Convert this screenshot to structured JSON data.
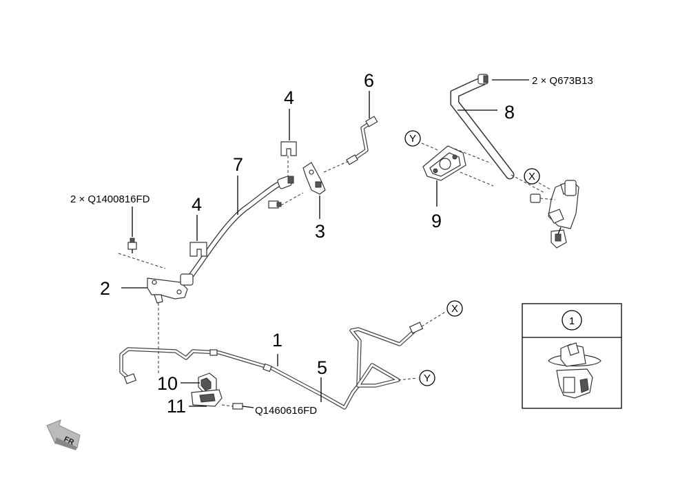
{
  "callouts": {
    "c1": "1",
    "c2": "2",
    "c3": "3",
    "c4a": "4",
    "c4b": "4",
    "c5": "5",
    "c6": "6",
    "c7": "7",
    "c8": "8",
    "c9": "9",
    "c10": "10",
    "c11": "11"
  },
  "part_numbers": {
    "top_right": "2 × Q673B13",
    "left": "2 × Q1400816FD",
    "bottom": "Q1460616FD"
  },
  "connection_markers": {
    "x_top": "X",
    "x_bottom": "X",
    "y_top": "Y",
    "y_bottom": "Y"
  },
  "inset": {
    "label": "1"
  },
  "direction": {
    "label": "FR"
  }
}
